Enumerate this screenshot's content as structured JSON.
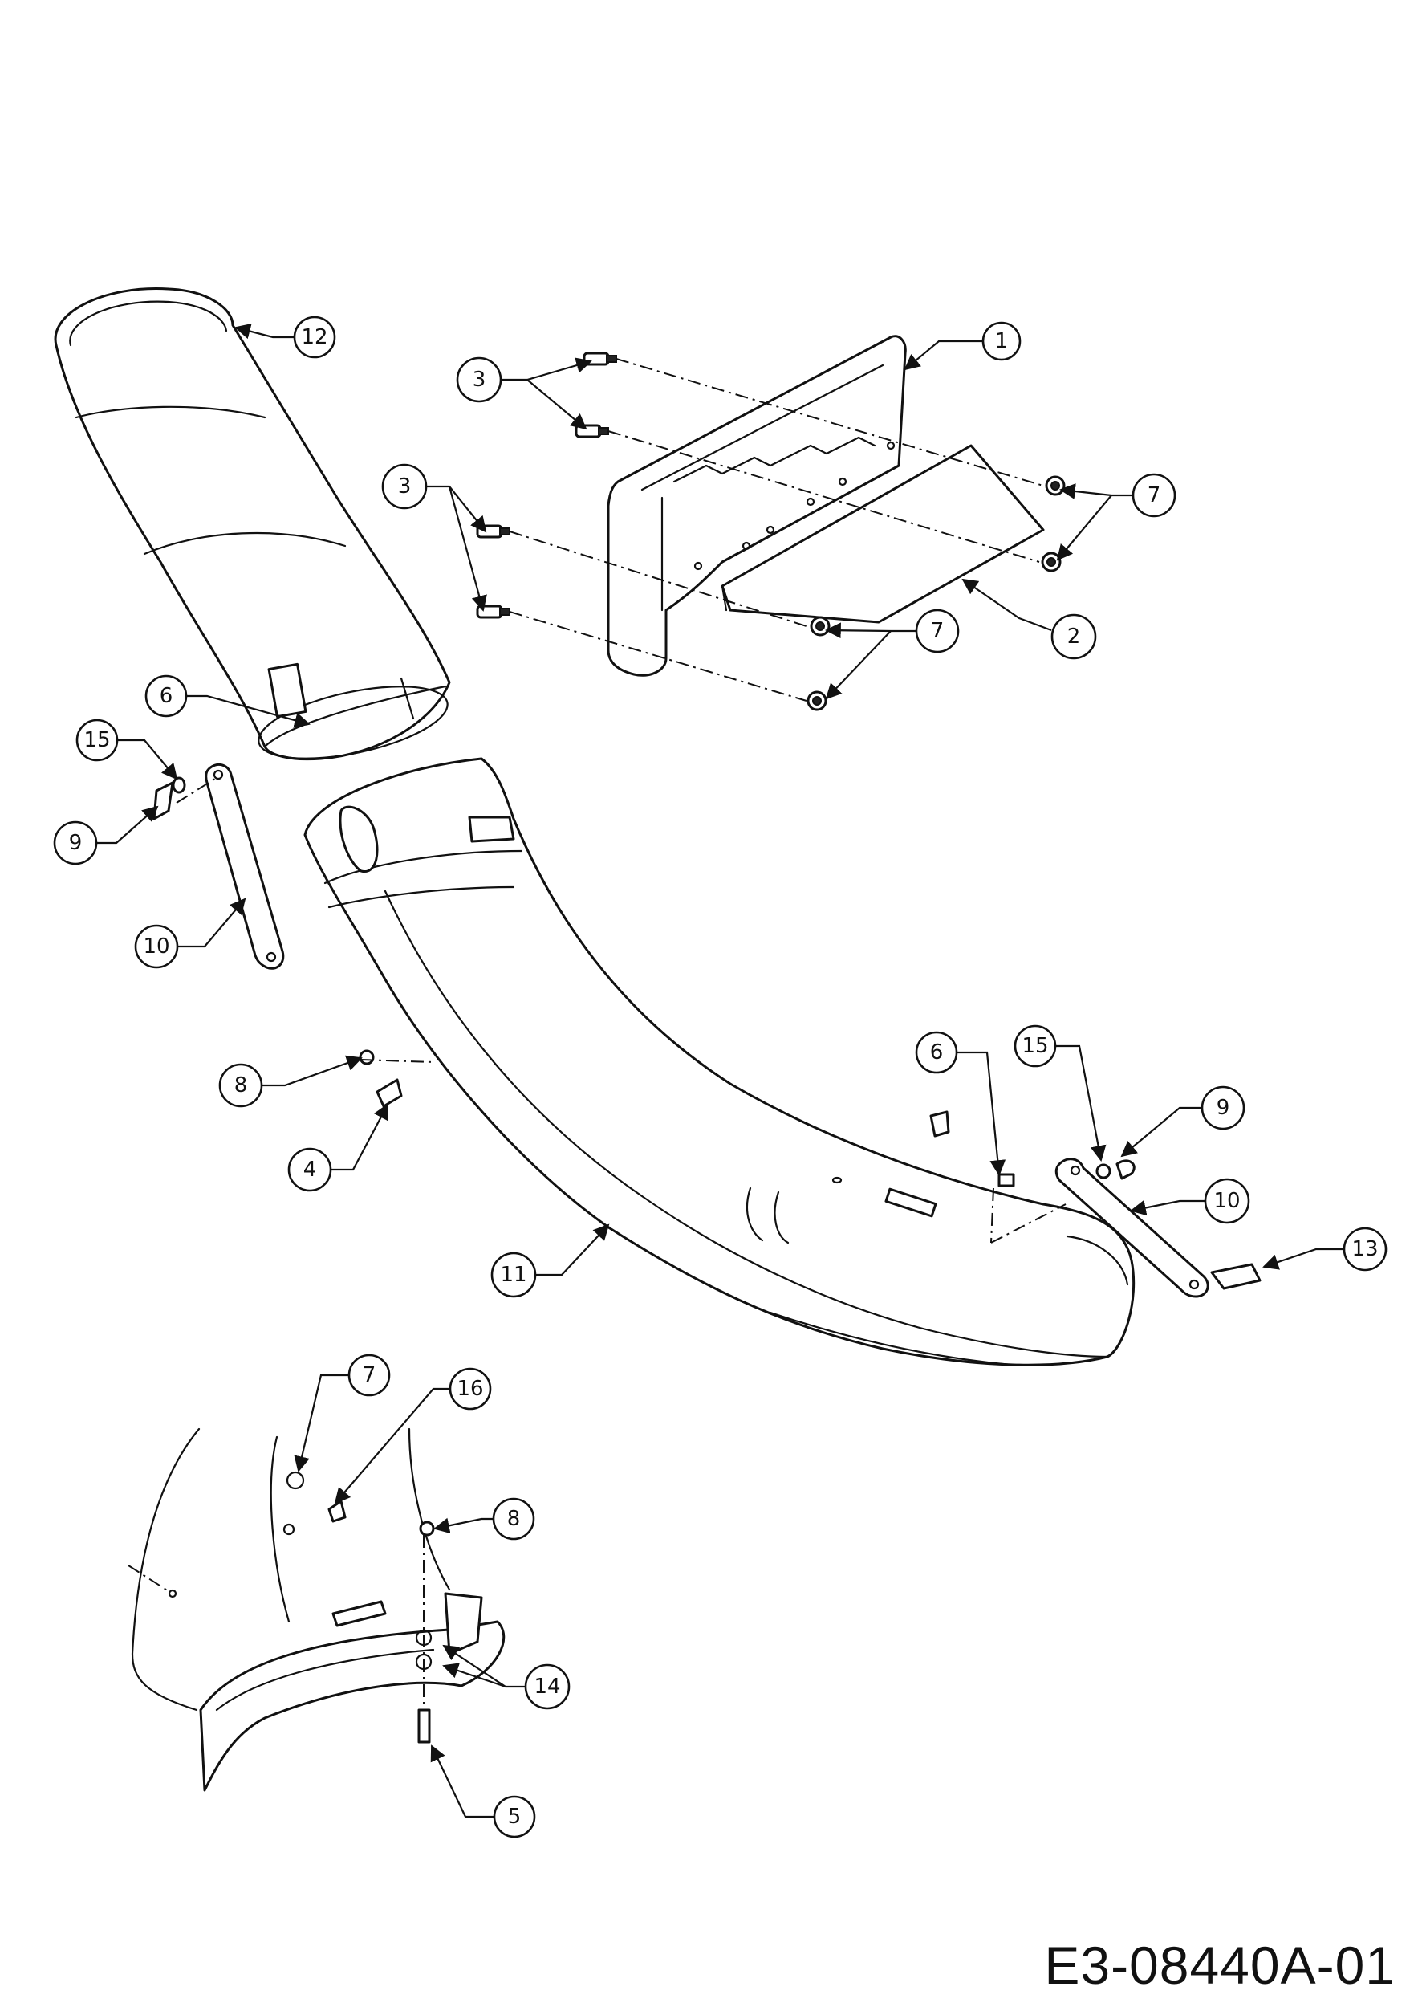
{
  "drawing_code": "E3-08440A-01",
  "callouts": [
    "1",
    "2",
    "3",
    "3",
    "7",
    "7",
    "12",
    "6",
    "15",
    "9",
    "10",
    "8",
    "4",
    "11",
    "6",
    "15",
    "9",
    "10",
    "13",
    "7",
    "16",
    "8",
    "14",
    "5"
  ]
}
